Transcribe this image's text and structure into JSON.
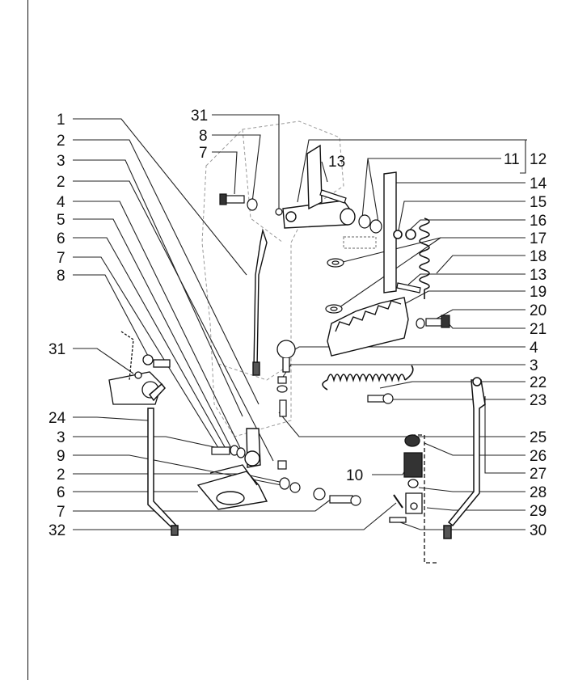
{
  "callouts": {
    "n1": "1",
    "n2a": "2",
    "n3a": "3",
    "n2b": "2",
    "n4a": "4",
    "n5": "5",
    "n6a": "6",
    "n7a": "7",
    "n8a": "8",
    "n31a": "31",
    "n24": "24",
    "n3b": "3",
    "n9": "9",
    "n2c": "2",
    "n6b": "6",
    "n7b": "7",
    "n32": "32",
    "n31b": "31",
    "n8b": "8",
    "n7c": "7",
    "n13a": "13",
    "n10": "10",
    "n11": "11",
    "n12": "12",
    "n14": "14",
    "n15": "15",
    "n16": "16",
    "n17": "17",
    "n18": "18",
    "n13b": "13",
    "n19": "19",
    "n20": "20",
    "n21": "21",
    "n4b": "4",
    "n3c": "3",
    "n22": "22",
    "n23": "23",
    "n25": "25",
    "n26": "26",
    "n27": "27",
    "n28": "28",
    "n29": "29",
    "n30": "30"
  }
}
